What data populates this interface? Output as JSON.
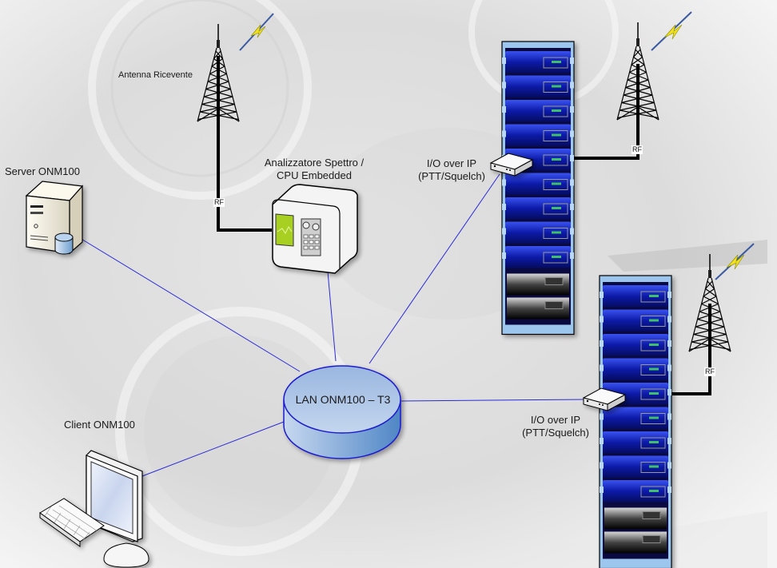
{
  "diagram": {
    "title": "",
    "nodes": {
      "antenna_rx": {
        "label": "Antenna Ricevente"
      },
      "server": {
        "label": "Server ONM100"
      },
      "analyzer": {
        "label_line1": "Analizzatore Spettro /",
        "label_line2": "CPU Embedded"
      },
      "io_top": {
        "label_line1": "I/O over IP",
        "label_line2": "(PTT/Squelch)"
      },
      "io_bottom": {
        "label_line1": "I/O over IP",
        "label_line2": "(PTT/Squelch)"
      },
      "lan": {
        "label": "LAN ONM100 – T3"
      },
      "client": {
        "label": "Client ONM100"
      }
    },
    "rf_labels": [
      "RF",
      "RF",
      "RF"
    ],
    "colors": {
      "link": "#2a2ad8",
      "lan_fill": "#a9c3e6",
      "lan_stroke": "#1a1ad0",
      "rack_blue": "#1428b8",
      "rack_frame": "#9cc6ee",
      "bolt": "#f0e020"
    },
    "links": [
      {
        "from": "server",
        "to": "lan"
      },
      {
        "from": "analyzer",
        "to": "lan"
      },
      {
        "from": "io_top",
        "to": "lan"
      },
      {
        "from": "io_bottom",
        "to": "lan"
      },
      {
        "from": "client",
        "to": "lan"
      }
    ]
  }
}
